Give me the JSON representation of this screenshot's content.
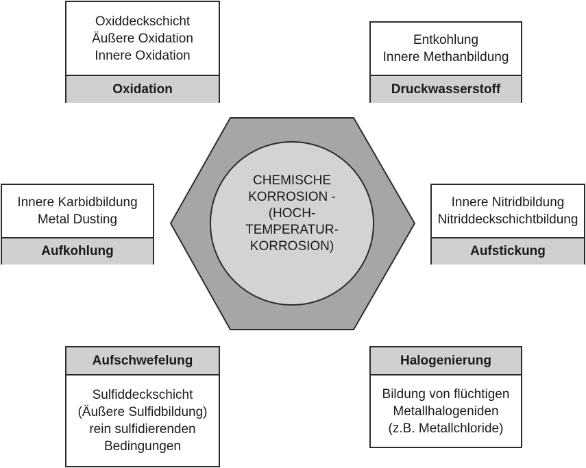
{
  "center": {
    "lines": [
      "CHEMISCHE",
      "KORROSION -",
      "(HOCH-",
      "TEMPERATUR-",
      "KORROSION)"
    ]
  },
  "boxes": {
    "oxidation": {
      "title": "Oxidation",
      "lines": [
        "Oxiddeckschicht",
        "Äußere Oxidation",
        "Innere Oxidation"
      ]
    },
    "druckwasserstoff": {
      "title": "Druckwasserstoff",
      "lines": [
        "Entkohlung",
        "Innere Methanbildung"
      ]
    },
    "aufkohlung": {
      "title": "Aufkohlung",
      "lines": [
        "Innere Karbidbildung",
        "Metal Dusting"
      ]
    },
    "aufstickung": {
      "title": "Aufstickung",
      "lines": [
        "Innere Nitridbildung",
        "Nitriddeckschichtbildung"
      ]
    },
    "aufschwefelung": {
      "title": "Aufschwefelung",
      "lines": [
        "Sulfiddeckschicht",
        "(Äußere Sulfidbildung)",
        "rein sulfidierenden",
        "Bedingungen"
      ]
    },
    "halogenierung": {
      "title": "Halogenierung",
      "lines": [
        "Bildung von flüchtigen",
        "Metallhalogeniden",
        "(z.B. Metallchloride)"
      ]
    }
  },
  "colors": {
    "hexagon_fill": "#a6a6a6",
    "circle_fill": "#d3d3d3",
    "header_fill": "#d0d0d0",
    "stroke": "#2b2b2b"
  }
}
